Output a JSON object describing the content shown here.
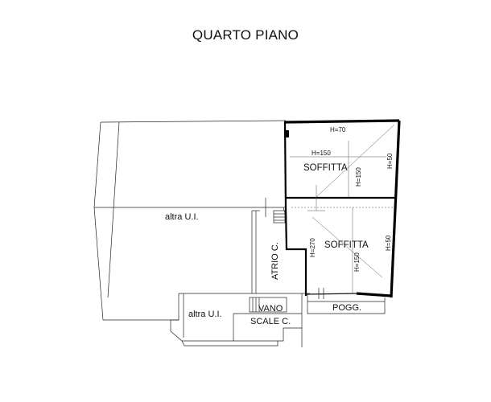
{
  "title": "QUARTO PIANO",
  "rooms": {
    "soffitta_top": "SOFFITTA",
    "soffitta_bottom": "SOFFITTA",
    "altra_ui_main": "altra U.I.",
    "altra_ui_lower": "altra U.I.",
    "atrio": "ATRIO C.",
    "vano": "VANO",
    "scale": "SCALE C.",
    "pogg": "POGG."
  },
  "heights": {
    "top_wall": "H=70",
    "top_inner": "H=150",
    "top_right": "H=50",
    "top_vertical": "H=150",
    "bottom_left": "H=270",
    "bottom_mid": "H=150",
    "bottom_right": "H=50"
  }
}
